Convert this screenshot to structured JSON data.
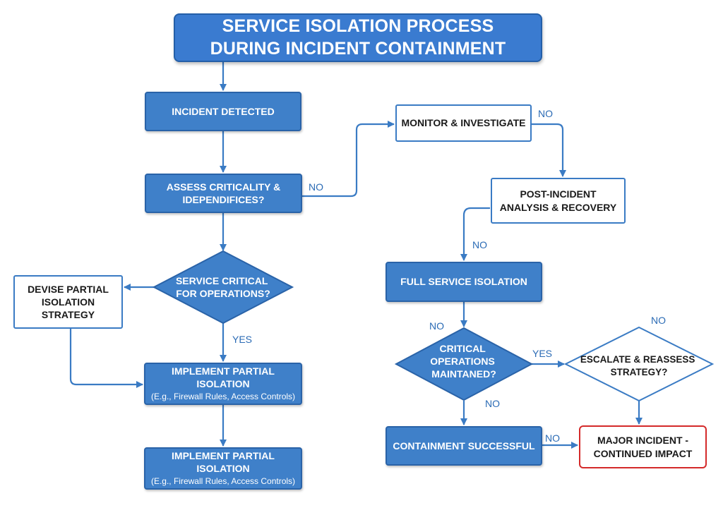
{
  "title": "SERVICE ISOLATION PROCESS DURING INCIDENT CONTAINMENT",
  "nodes": {
    "incident_detected": "INCIDENT DETECTED",
    "assess_criticality": "ASSESS CRITICALITY & IDEPENDIFICES?",
    "service_critical": [
      "SERVICE CRITICAL",
      "FOR OPERATIONS?"
    ],
    "devise_partial": "DEVISE PARTIAL ISOLATION STRATEGY",
    "implement_partial_1": {
      "title": "IMPLEMENT PARTIAL ISOLATION",
      "detail": "(E.g., Firewall Rules, Access Controls)"
    },
    "implement_partial_2": {
      "title": "IMPLEMENT PARTIAL ISOLATION",
      "detail": "(E.g., Firewall Rules, Access Controls)"
    },
    "monitor_investigate": "MONITOR & INVESTIGATE",
    "post_incident": "POST-INCIDENT ANALYSIS & RECOVERY",
    "full_isolation": "FULL SERVICE ISOLATION",
    "critical_ops": [
      "CRITICAL",
      "OPERATIONS",
      "MAINTANED?"
    ],
    "escalate": [
      "ESCALATE & REASSESS",
      "STRATEGY?"
    ],
    "containment_successful": "CONTAINMENT SUCCESSFUL",
    "major_incident": "MAJOR INCIDENT - CONTINUED IMPACT"
  },
  "edge_labels": {
    "assess_no": "NO",
    "monitor_no": "NO",
    "post_no": "NO",
    "service_yes": "YES",
    "full_no": "NO",
    "critical_yes": "YES",
    "critical_no": "NO",
    "escalate_no": "NO",
    "containment_no": "NO"
  },
  "colors": {
    "primary_fill": "#3f80c9",
    "primary_border": "#2a63a8",
    "line": "#3a7bc4",
    "danger_border": "#d42a2a",
    "label_text": "#2b6bb5"
  }
}
